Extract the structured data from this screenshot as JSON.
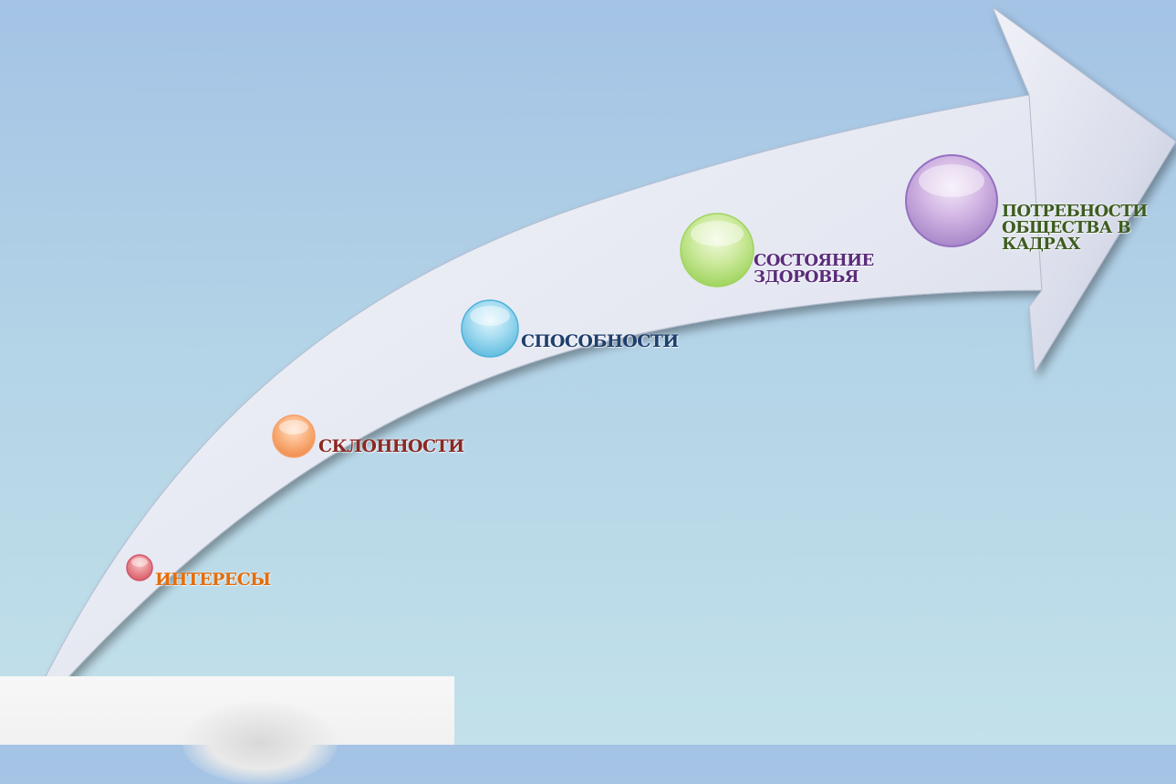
{
  "diagram": {
    "steps": [
      {
        "id": "interests",
        "label": "ИНТЕРЕСЫ",
        "circle_color": "#e8838a",
        "text_color": "#e46d0a"
      },
      {
        "id": "inclinations",
        "label": "СКЛОННОСТИ",
        "circle_color": "#f7a977",
        "text_color": "#8c2823"
      },
      {
        "id": "abilities",
        "label": "СПОСОБНОСТИ",
        "circle_color": "#8fd3ee",
        "text_color": "#1f3f6e"
      },
      {
        "id": "health",
        "label_lines": [
          "СОСТОЯНИЕ",
          "ЗДОРОВЬЯ"
        ],
        "circle_color": "#bde38a",
        "text_color": "#5b2c7a"
      },
      {
        "id": "needs",
        "label_lines": [
          "ПОТРЕБНОСТИ",
          "ОБЩЕСТВА В",
          "КАДРАХ"
        ],
        "circle_color": "#c9a7dd",
        "text_color": "#3d5d1f"
      }
    ],
    "arrow_color": "#e9ebf4",
    "background_colors": [
      "#a4c3e5",
      "#c2e1ea"
    ]
  }
}
